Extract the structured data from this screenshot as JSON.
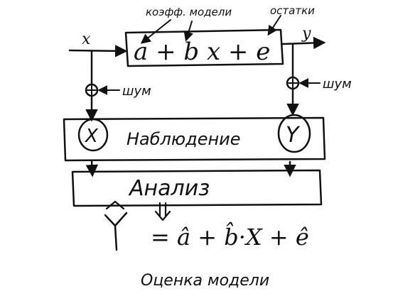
{
  "labels": {
    "coeff_model": "коэфф. модели",
    "residuals": "остатки",
    "input_var": "x",
    "output_var": "y",
    "noise_left": "шум",
    "noise_right": "шум",
    "model_formula": "a + b x + e",
    "observation": "Наблюдение",
    "obs_x": "X",
    "obs_y": "Y",
    "analysis": "Анализ",
    "estimate_lhs": "Ŷ",
    "estimate_formula": "= â + b̂·X + ê",
    "model_estimate": "Оценка модели"
  }
}
